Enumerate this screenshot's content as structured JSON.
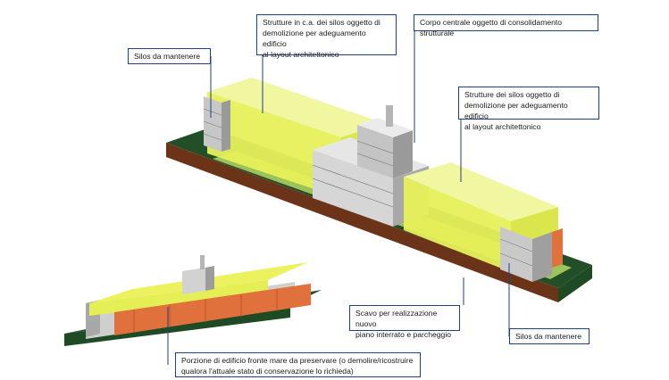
{
  "colors": {
    "callout_border": "#1f3f86",
    "leader_line": "#1f3f86",
    "demolition_structure": "#e9f25a",
    "ground_green": "#1e4a24",
    "excavation_brown": "#6b3418",
    "preserved_facade": "#e0703c",
    "building_gray": "#c9c9c9"
  },
  "callouts": {
    "silos_left": "Silos da mantenere",
    "structures_ca": "Strutture in c.a. dei silos oggetto di\ndemolizione per adeguamento edificio\nal layout architettonico",
    "central_body": "Corpo centrale oggetto di consolidamento strutturale",
    "structures_right": "Strutture dei silos oggetto di\ndemolizione per adeguamento edificio\nal layout architettonico",
    "excavation": "Scavo per realizzazione nuovo\npiano interrato e parcheggio",
    "silos_right": "Silos da mantenere",
    "seafront": "Porzione di edificio fronte mare da preservare (o demolire/ricostruire\nqualora l'attuale stato di conservazione lo richieda)"
  },
  "icons": {
    "main_model": "building-3d-model-icon",
    "small_model": "building-seafront-model-icon"
  }
}
